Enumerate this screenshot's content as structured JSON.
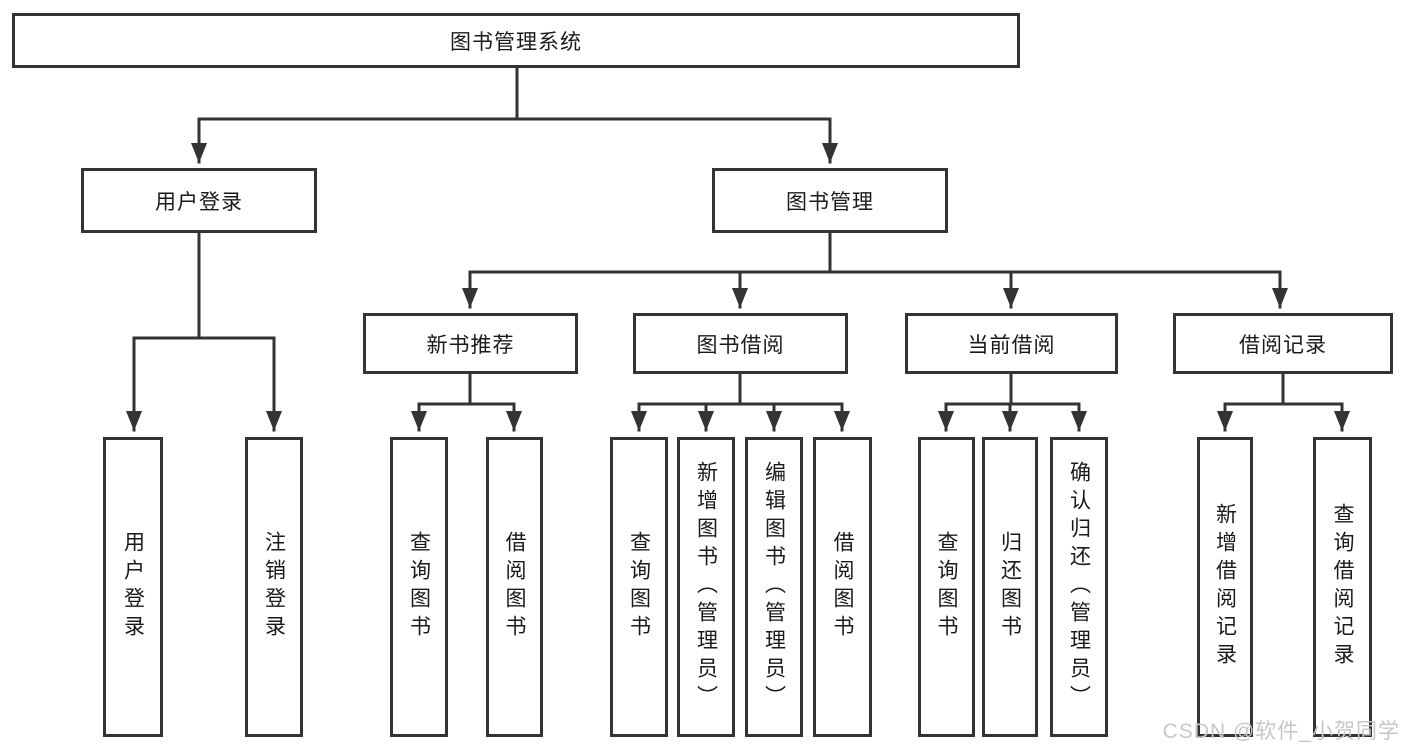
{
  "tree": {
    "root": "图书管理系统",
    "branches": [
      {
        "label": "用户登录",
        "children": [
          "用户登录",
          "注销登录"
        ]
      },
      {
        "label": "图书管理",
        "groups": [
          {
            "label": "新书推荐",
            "children": [
              "查询图书",
              "借阅图书"
            ]
          },
          {
            "label": "图书借阅",
            "children": [
              "查询图书",
              "新增图书（管理员）",
              "编辑图书（管理员）",
              "借阅图书"
            ]
          },
          {
            "label": "当前借阅",
            "children": [
              "查询图书",
              "归还图书",
              "确认归还（管理员）"
            ]
          },
          {
            "label": "借阅记录",
            "children": [
              "新增借阅记录",
              "查询借阅记录"
            ]
          }
        ]
      }
    ]
  },
  "colors": {
    "line": "#333333",
    "text": "#1a1a1a",
    "watermark": "#c7c7c7"
  },
  "watermark": "CSDN @软件_小贺同学"
}
